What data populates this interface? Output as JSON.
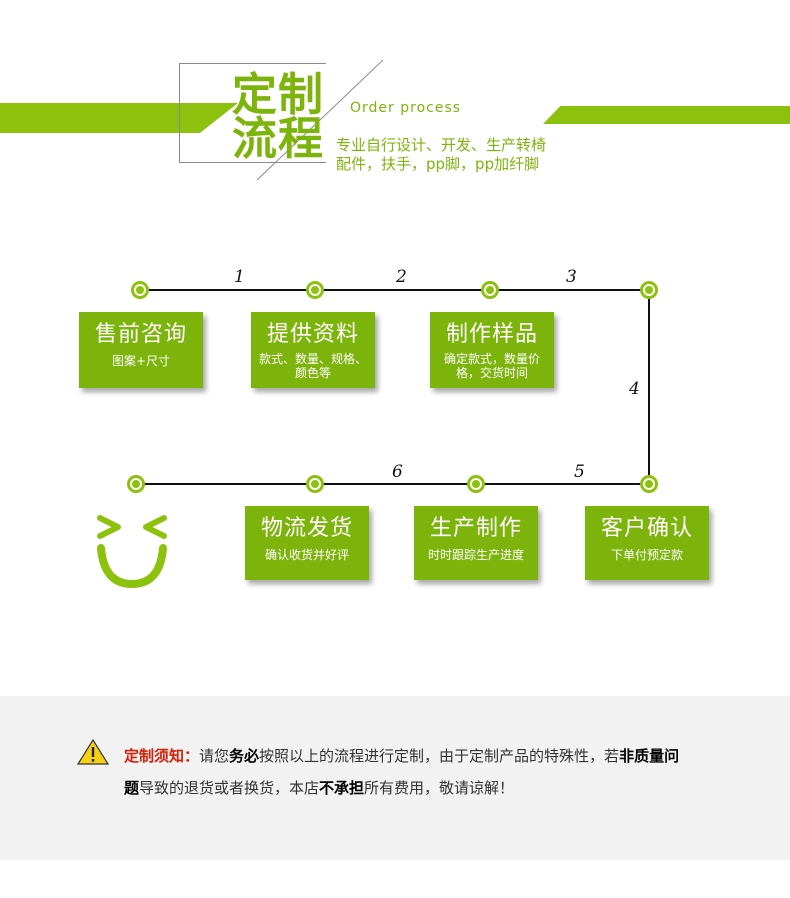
{
  "header": {
    "title_line1": "定制",
    "title_line2": "流程",
    "title_en": "Order process",
    "subtitle_line1": "专业自行设计、开发、生产转椅",
    "subtitle_line2": "配件，扶手，pp脚，pp加纤脚"
  },
  "steps": [
    {
      "title": "售前咨询",
      "sub": "图案+尺寸"
    },
    {
      "title": "提供资料",
      "sub": "款式、数量、规格、颜色等"
    },
    {
      "title": "制作样品",
      "sub": "确定款式，数量价格，交货时间"
    },
    {
      "title": "客户确认",
      "sub": "下单付预定款"
    },
    {
      "title": "生产制作",
      "sub": "时时跟踪生产进度"
    },
    {
      "title": "物流发货",
      "sub": "确认收货并好评"
    }
  ],
  "numbers": [
    "1",
    "2",
    "3",
    "4",
    "5",
    "6"
  ],
  "notice": {
    "label": "定制须知：",
    "p1": "请您",
    "b1": "务必",
    "p2": "按照以上的流程进行定制，由于定制产品的特殊性，若",
    "b2": "非质量问题",
    "p3": "导致的退货或者换货，本店",
    "b3": "不承担",
    "p4": "所有费用，敬请谅解！"
  },
  "colors": {
    "accent": "#8cc10e",
    "box": "#7db40c",
    "warning": "#d81e06"
  },
  "icons": [
    "warning-icon",
    "smiley-icon"
  ]
}
